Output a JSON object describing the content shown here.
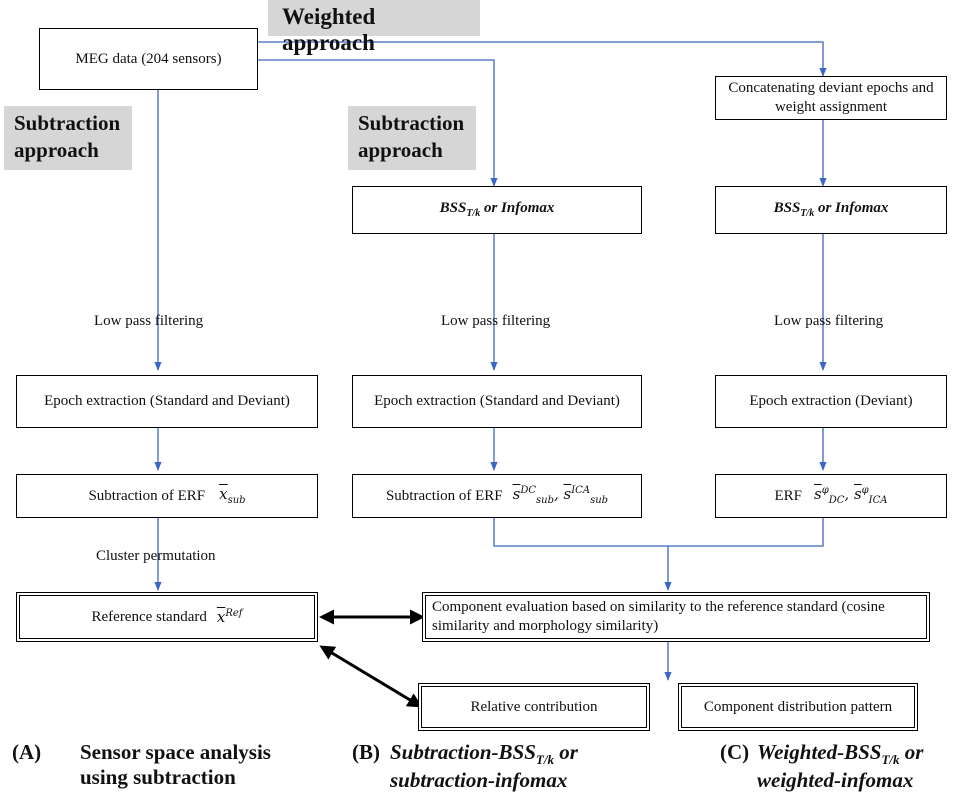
{
  "headers": {
    "weighted": "Weighted approach",
    "subtraction_left": "Subtraction approach",
    "subtraction_mid": "Subtraction approach"
  },
  "boxes": {
    "meg": "MEG data (204 sensors)",
    "concat": "Concatenating deviant epochs and weight assignment",
    "bss_mid_main": "BSS",
    "bss_mid_sub": "T/k",
    "bss_mid_tail": " or Infomax",
    "bss_right_main": "BSS",
    "bss_right_sub": "T/k",
    "bss_right_tail": " or Infomax",
    "epoch_a": "Epoch extraction (Standard and Deviant)",
    "epoch_b": "Epoch extraction (Standard and Deviant)",
    "epoch_c": "Epoch extraction (Deviant)",
    "sub_a": "Subtraction of ERF",
    "sub_a_sym": "x",
    "sub_a_sub": "sub",
    "sub_b": "Subtraction of ERF",
    "sub_b_sym1": "s",
    "sub_b_sup1": "DC",
    "sub_b_sub1": "sub",
    "sub_b_sym2": "s",
    "sub_b_sup2": "ICA",
    "sub_b_sub2": "sub",
    "erf_c": "ERF",
    "erf_c_sym1": "s",
    "erf_c_sup1": "φ",
    "erf_c_sub1": "DC",
    "erf_c_sym2": "s",
    "erf_c_sup2": "φ",
    "erf_c_sub2": "ICA",
    "reference": "Reference standard",
    "ref_sym": "x",
    "ref_sup": "Ref",
    "evaluation": "Component evaluation based on similarity to the reference standard (cosine similarity and morphology similarity)",
    "relative": "Relative contribution",
    "distribution": "Component distribution pattern"
  },
  "edge_labels": {
    "lowpass_a": "Low pass filtering",
    "lowpass_b": "Low pass filtering",
    "lowpass_c": "Low pass filtering",
    "cluster": "Cluster permutation"
  },
  "captions": {
    "a_letter": "(A)",
    "a_line1": "Sensor space analysis",
    "a_line2": "using subtraction",
    "b_letter": "(B)",
    "b_line1_main": "Subtraction-BSS",
    "b_line1_sub": "T/k",
    "b_line1_tail": " or",
    "b_line2": "subtraction-infomax",
    "c_letter": "(C)",
    "c_line1_main": "Weighted-BSS",
    "c_line1_sub": "T/k",
    "c_line1_tail": " or",
    "c_line2": "weighted-infomax"
  },
  "colors": {
    "arrow": "#3a66c4",
    "header_bg": "#d6d6d6",
    "black_arrow": "#000000"
  }
}
